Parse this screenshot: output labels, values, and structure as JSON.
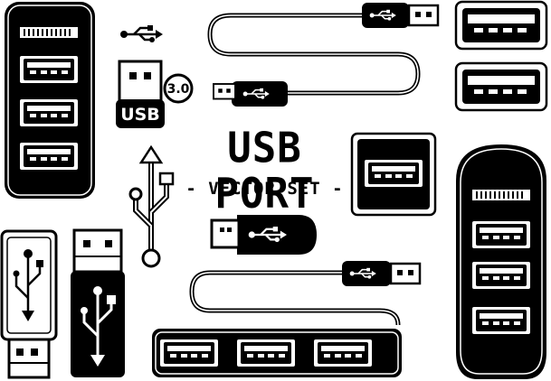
{
  "title": "USB PORT",
  "subtitle": "- VECTOR SET -",
  "usb_label": "USB",
  "version_label": "3.0",
  "icons": [
    "usb-hub-vertical-icon",
    "usb-connector-3-0-icon",
    "usb-cable-icon",
    "usb-symbol-icon",
    "usb-flash-drive-icon",
    "usb-stick-icon",
    "usb-hub-horizontal-icon",
    "usb-port-socket-icon"
  ],
  "colors": {
    "ink": "#000000",
    "paper": "#ffffff"
  }
}
